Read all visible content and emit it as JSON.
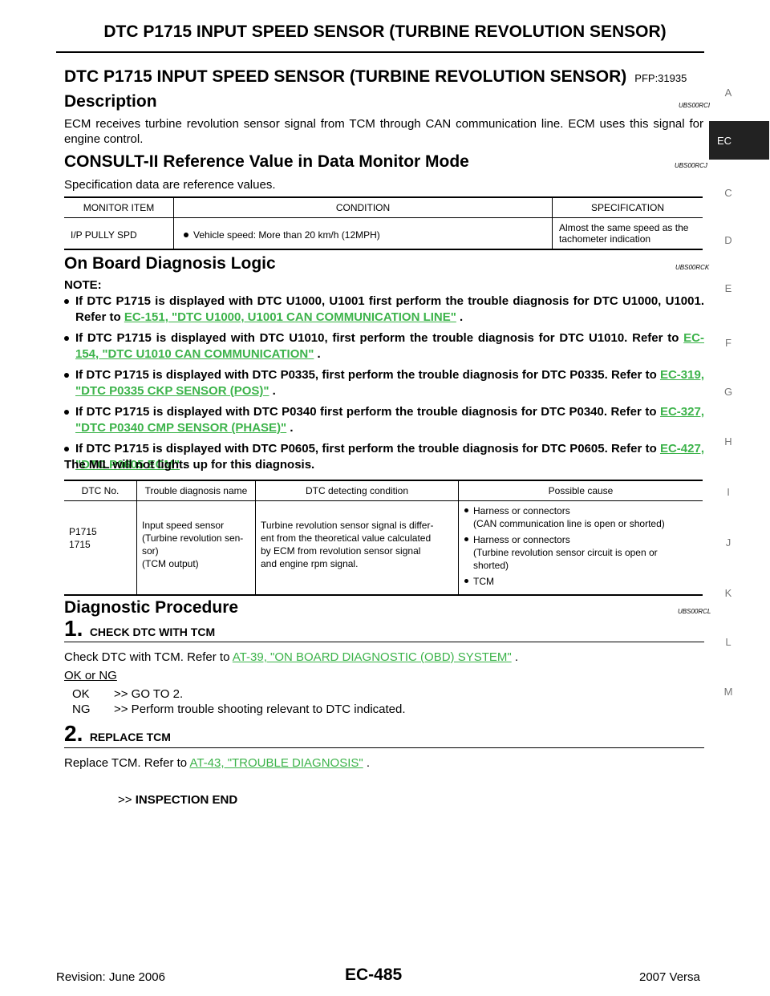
{
  "page_header": "DTC P1715 INPUT SPEED SENSOR (TURBINE REVOLUTION SENSOR)",
  "section_title": "DTC P1715 INPUT SPEED SENSOR (TURBINE REVOLUTION SENSOR)",
  "section_code": "PFP:31935",
  "description": {
    "heading": "Description",
    "ref": "UBS00RCI",
    "text": "ECM receives turbine revolution sensor signal from TCM through CAN communication line. ECM uses this signal for engine control."
  },
  "consult": {
    "heading": "CONSULT-II Reference Value in Data Monitor Mode",
    "ref": "UBS00RCJ",
    "intro": "Specification data are reference values.",
    "columns": [
      "MONITOR ITEM",
      "CONDITION",
      "SPECIFICATION"
    ],
    "row": {
      "item": "I/P PULLY SPD",
      "condition": "Vehicle speed: More than 20 km/h (12MPH)",
      "spec_line1": "Almost the same speed as the",
      "spec_line2": "tachometer indication"
    }
  },
  "obd_logic": {
    "heading": "On Board Diagnosis Logic",
    "ref": "UBS00RCK",
    "note_label": "NOTE:",
    "notes": [
      {
        "pre": "If DTC P1715 is displayed with DTC U1000, U1001 first perform the trouble diagnosis for DTC U1000, U1001. Refer to ",
        "link": "EC-151, \"DTC U1000, U1001 CAN COMMUNICATION LINE\"",
        "post": " ."
      },
      {
        "pre": "If DTC P1715 is displayed with DTC U1010, first perform the trouble diagnosis for DTC U1010. Refer to ",
        "link": "EC-154, \"DTC U1010 CAN COMMUNICATION\"",
        "post": " ."
      },
      {
        "pre": "If DTC P1715 is displayed with DTC P0335, first perform the trouble diagnosis for DTC P0335. Refer to ",
        "link": "EC-319, \"DTC P0335 CKP SENSOR (POS)\"",
        "post": " ."
      },
      {
        "pre": "If DTC P1715 is displayed with DTC P0340 first perform the trouble diagnosis for DTC P0340. Refer to ",
        "link": "EC-327, \"DTC P0340 CMP SENSOR (PHASE)\"",
        "post": " ."
      },
      {
        "pre": "If DTC P1715 is displayed with DTC P0605, first perform the trouble diagnosis for DTC P0605. Refer to ",
        "link": "EC-427, \"DTC P0605 ECM\"",
        "post": " ."
      }
    ],
    "mil_note": "The MIL will not lights up for this diagnosis."
  },
  "dtc_table": {
    "columns": [
      "DTC No.",
      "Trouble diagnosis name",
      "DTC detecting condition",
      "Possible cause"
    ],
    "row": {
      "dtc_line1": "P1715",
      "dtc_line2": "1715",
      "name_lines": [
        "Input speed sensor",
        "(Turbine revolution sen-",
        "sor)",
        "(TCM output)"
      ],
      "condition_lines": [
        "Turbine revolution sensor signal is differ-",
        "ent from the theoretical value calculated",
        "by ECM from revolution sensor signal",
        "and engine rpm signal."
      ],
      "causes": [
        [
          "Harness or connectors",
          "(CAN communication line is open or shorted)"
        ],
        [
          "Harness or connectors",
          "(Turbine revolution sensor circuit is open or",
          "shorted)"
        ],
        [
          "TCM"
        ]
      ]
    }
  },
  "procedure": {
    "heading": "Diagnostic Procedure",
    "ref": "UBS00RCL",
    "step1": {
      "num": "1.",
      "title": "CHECK DTC WITH TCM",
      "text_pre": "Check DTC with TCM. Refer to ",
      "link": "AT-39, \"ON BOARD DIAGNOSTIC (OBD) SYSTEM\"",
      "text_post": " .",
      "ok_or_ng": "OK or NG",
      "ok_label": "OK",
      "ok_text": ">> GO TO 2.",
      "ng_label": "NG",
      "ng_text": ">> Perform trouble shooting relevant to DTC indicated."
    },
    "step2": {
      "num": "2.",
      "title": "REPLACE TCM",
      "text_pre": "Replace TCM. Refer to ",
      "link": "AT-43, \"TROUBLE DIAGNOSIS\"",
      "text_post": " .",
      "end_arrow": ">>",
      "end_text": "INSPECTION END"
    }
  },
  "sidebar": [
    "A",
    "EC",
    "C",
    "D",
    "E",
    "F",
    "G",
    "H",
    "I",
    "J",
    "K",
    "L",
    "M"
  ],
  "footer": {
    "revision": "Revision: June 2006",
    "page": "EC-485",
    "model": "2007 Versa"
  },
  "colors": {
    "link": "#3cb34a",
    "tab_bg": "#222222"
  }
}
